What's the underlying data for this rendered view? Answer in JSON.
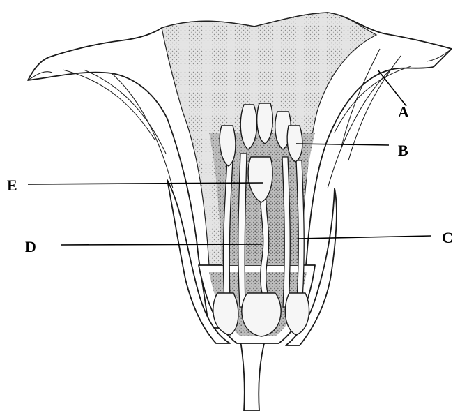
{
  "labels": {
    "a": "A",
    "b": "B",
    "c": "C",
    "d": "D",
    "e": "E"
  },
  "colors": {
    "ink": "#000000",
    "background": "#ffffff",
    "shading": "#d9d9d9"
  }
}
